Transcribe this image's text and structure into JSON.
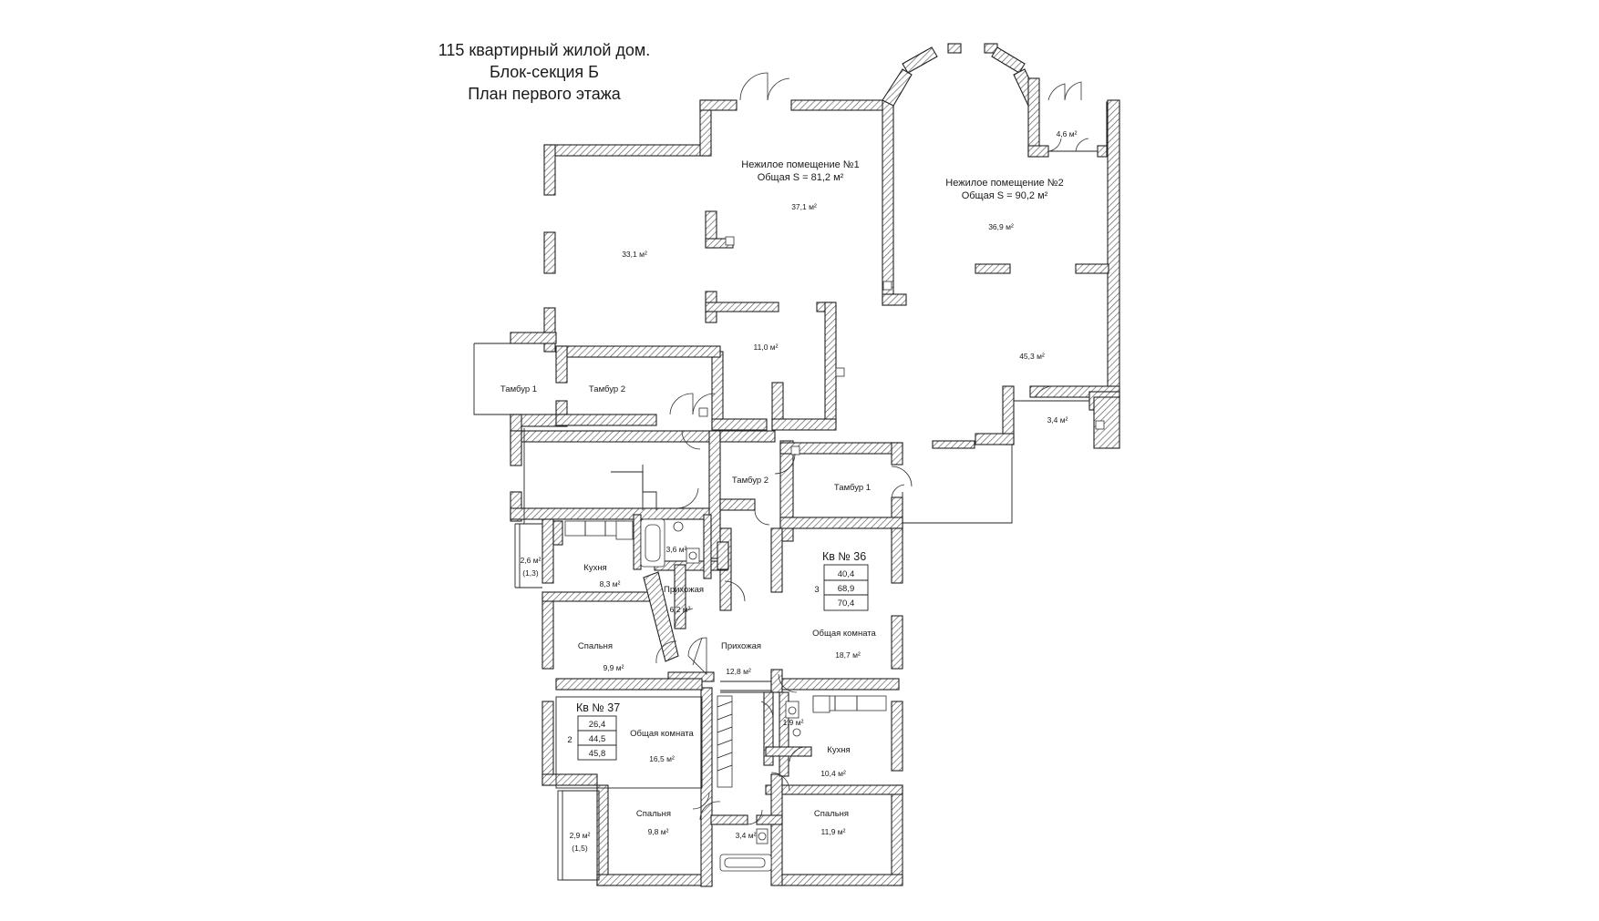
{
  "title": {
    "line1": "115 квартирный жилой дом.",
    "line2": "Блок-секция Б",
    "line3": "План первого этажа"
  },
  "commercial": {
    "room1": {
      "name": "Нежилое помещение №1",
      "total": "Общая S = 81,2 м²",
      "zones": [
        "37,1 м²",
        "33,1 м²",
        "11,0 м²"
      ]
    },
    "room2": {
      "name": "Нежилое помещение №2",
      "total": "Общая S = 90,2 м²",
      "zones": [
        "36,9 м²",
        "45,3 м²",
        "4,6 м²",
        "3,4 м²"
      ]
    }
  },
  "vestibules": {
    "tambur1_left": "Тамбур 1",
    "tambur2_left": "Тамбур 2",
    "tambur2_center": "Тамбур 2",
    "tambur1_right": "Тамбур 1"
  },
  "apt37": {
    "title": "Кв № 37",
    "rooms_count": "2",
    "areas": [
      "26,4",
      "44,5",
      "45,8"
    ],
    "rooms": [
      {
        "name": "Кухня",
        "area": "8,3 м²"
      },
      {
        "name": "",
        "area": "3,6 м²"
      },
      {
        "name": "Прихожая",
        "area": "6,2 м²"
      },
      {
        "name": "Спальня",
        "area": "9,9 м²"
      },
      {
        "name": "Общая комната",
        "area": "16,5 м²"
      },
      {
        "name": "Спальня",
        "area": "9,8 м²"
      }
    ],
    "balcony1": {
      "area": "2,6 м²",
      "coef": "(1,3)"
    },
    "balcony2": {
      "area": "2,9 м²",
      "coef": "(1,5)"
    }
  },
  "apt36": {
    "title": "Кв № 36",
    "rooms_count": "3",
    "areas": [
      "40,4",
      "68,9",
      "70,4"
    ],
    "rooms": [
      {
        "name": "Прихожая",
        "area": "12,8 м²"
      },
      {
        "name": "Общая комната",
        "area": "18,7 м²"
      },
      {
        "name": "",
        "area": "1,9 м²"
      },
      {
        "name": "Кухня",
        "area": "10,4 м²"
      },
      {
        "name": "Спальня",
        "area": "11,9 м²"
      },
      {
        "name": "",
        "area": "3,4 м²"
      }
    ]
  }
}
